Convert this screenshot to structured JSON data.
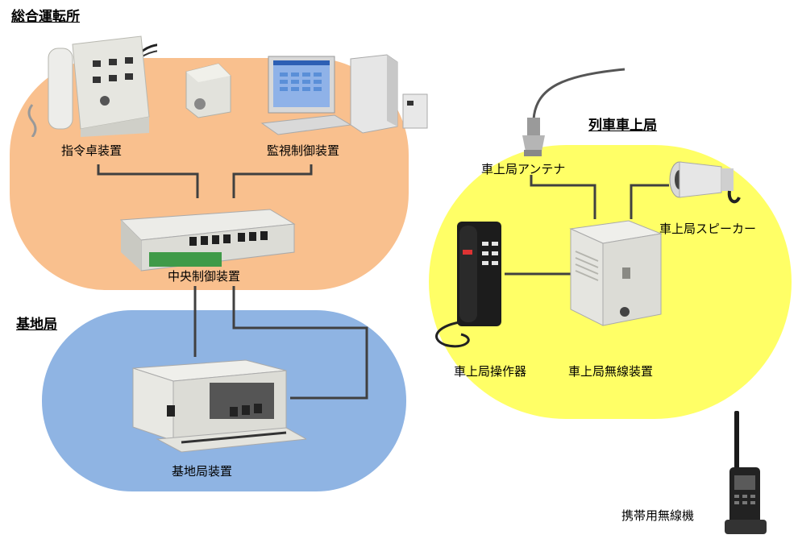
{
  "sections": {
    "control_center": "総合運転所",
    "base_station": "基地局",
    "train_station": "列車車上局"
  },
  "devices": {
    "dispatch_console": "指令卓装置",
    "monitoring_control": "監視制御装置",
    "central_control": "中央制御装置",
    "base_station_unit": "基地局装置",
    "onboard_antenna": "車上局アンテナ",
    "onboard_speaker": "車上局スピーカー",
    "onboard_operator": "車上局操作器",
    "onboard_radio": "車上局無線装置",
    "portable_radio": "携帯用無線機"
  },
  "colors": {
    "control_zone": "#f9c08e",
    "base_zone": "#8fb4e3",
    "train_zone": "#ffff66",
    "connector": "#404040"
  }
}
